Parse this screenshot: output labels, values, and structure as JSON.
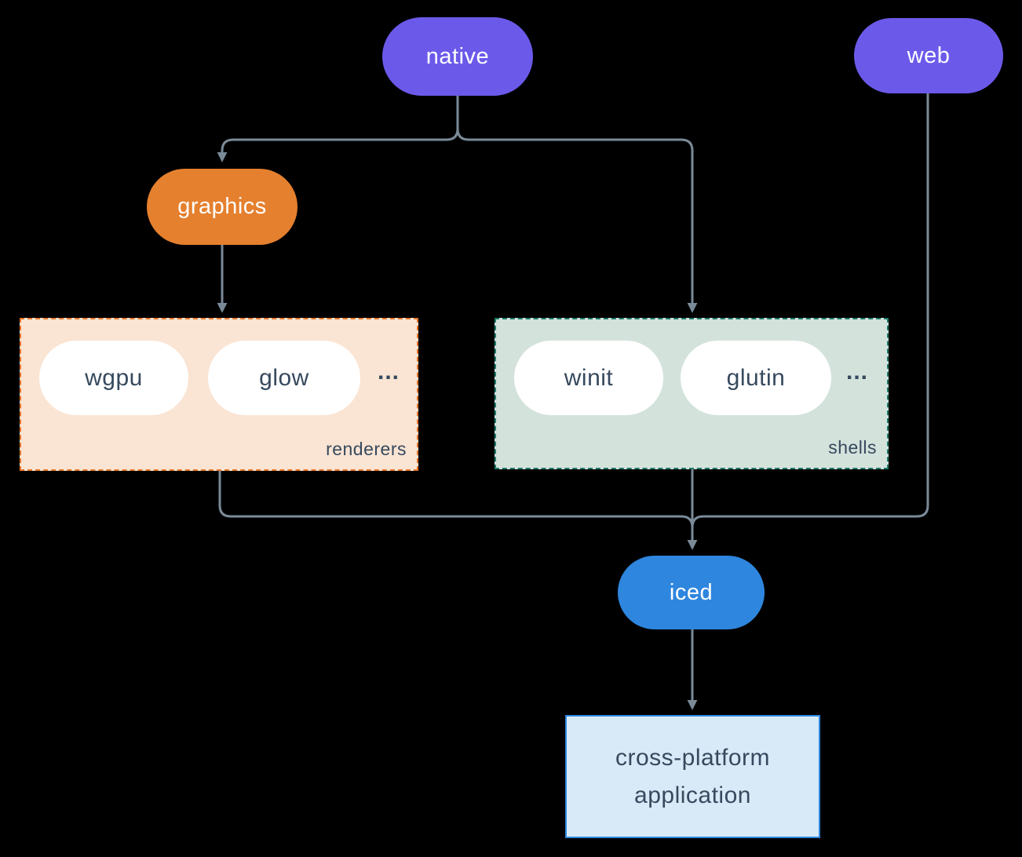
{
  "nodes": {
    "native": "native",
    "web": "web",
    "graphics": "graphics",
    "iced": "iced",
    "wgpu": "wgpu",
    "glow": "glow",
    "winit": "winit",
    "glutin": "glutin",
    "app": "cross-platform application"
  },
  "groups": {
    "renderers": {
      "caption": "renderers",
      "more": "..."
    },
    "shells": {
      "caption": "shells",
      "more": "..."
    }
  },
  "colors": {
    "background": "#000000",
    "platform_pill": "#6B5AEA",
    "graphics_pill": "#E5802E",
    "iced_pill": "#2E86DE",
    "renderers_fill": "#FAE4D3",
    "renderers_border": "#E6762A",
    "shells_fill": "#D4E2DC",
    "shells_border": "#1E7968",
    "app_fill": "#D8EAF8",
    "app_border": "#2E86DE",
    "connector": "#7A8A99",
    "pill_text": "#FFFFFF",
    "dark_text": "#36495E"
  }
}
